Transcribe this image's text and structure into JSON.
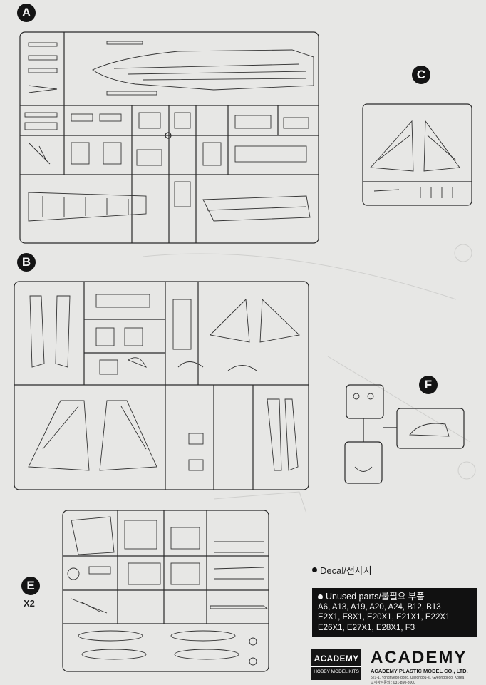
{
  "sprues": {
    "a_label": "A",
    "b_label": "B",
    "c_label": "C",
    "e_label": "E",
    "e_multiplier": "X2",
    "f_label": "F"
  },
  "legend": {
    "decal": "Decal/전사지",
    "unused_title": "Unused parts/불필요 부품",
    "unused_lines": [
      "A6, A13, A19, A20, A24, B12, B13",
      "E2X1, E8X1, E20X1, E21X1, E22X1",
      "E26X1, E27X1, E28X1, F3"
    ]
  },
  "brand": {
    "logo_small": "ACADEMY",
    "logo_small_sub": "HOBBY MODEL KITS",
    "logo_big": "ACADEMY",
    "company": "ACADEMY PLASTIC MODEL CO., LTD.",
    "address": "521-1, Yonghyeon-dong, Uijeongbu-si, Gyeonggi-do, Korea",
    "phone": "고객상담문의 : 031-850-8000"
  }
}
